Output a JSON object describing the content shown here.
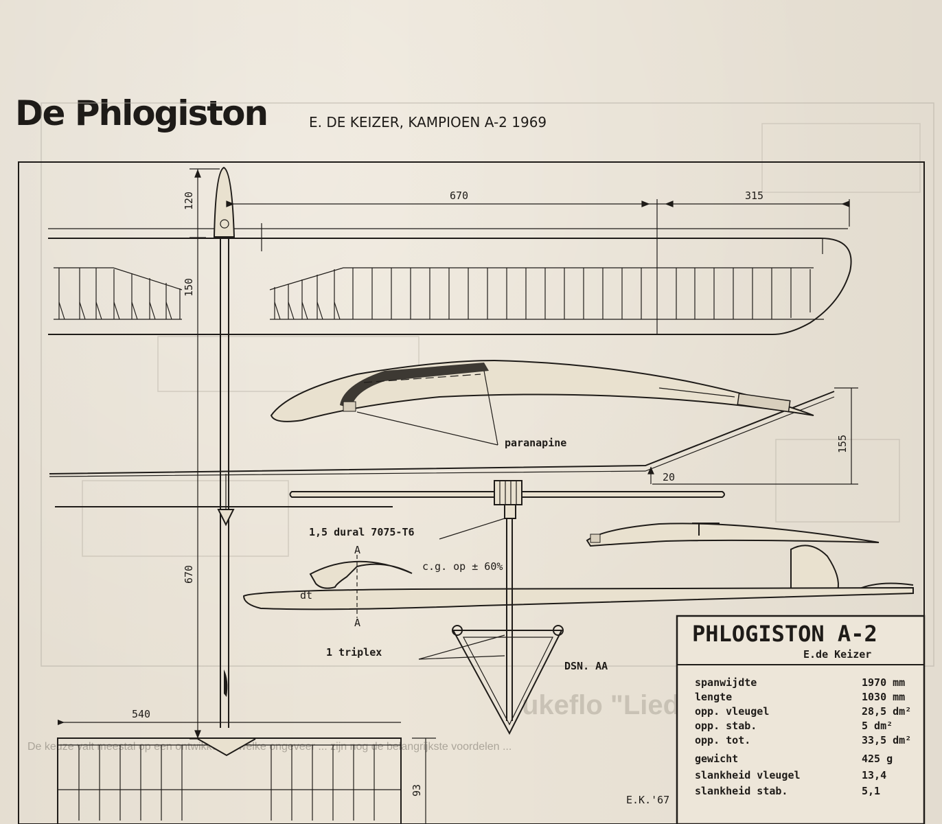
{
  "header": {
    "title": "De Phlogiston",
    "subtitle": "E. DE KEIZER, KAMPIOEN A-2 1969"
  },
  "dimensions": {
    "d670_top": "670",
    "d315": "315",
    "d120": "120",
    "d150": "150",
    "d155": "155",
    "d20": "20",
    "d670_side": "670",
    "d540": "540",
    "d93": "93"
  },
  "annotations": {
    "paranapine": "paranapine",
    "dural": "1,5 dural  7075-T6",
    "cg": "c.g. op ± 60%",
    "dt": "dt",
    "triplex": "1 triplex",
    "section": "DSN. AA",
    "a_top": "A",
    "a_bottom": "A",
    "signature": "E.K.'67"
  },
  "title_block": {
    "name": "PHLOGISTON A-2",
    "author": "E.de Keizer",
    "specs": [
      {
        "label": "spanwijdte",
        "value": "1970 mm"
      },
      {
        "label": "lengte",
        "value": "1030 mm"
      },
      {
        "label": "opp. vleugel",
        "value": "28,5 dm²"
      },
      {
        "label": "opp. stab.",
        "value": "5  dm²"
      },
      {
        "label": "opp. tot.",
        "value": "33,5 dm²"
      },
      {
        "label": "gewicht",
        "value": "425 g"
      },
      {
        "label": "slankheid  vleugel",
        "value": "13,4"
      },
      {
        "label": "slankheid  stab.",
        "value": "5,1"
      }
    ]
  },
  "bleed_through_text": "De keuze valt meestal op een ontwikkeling welke ongeveer ... zijn nog de belangrijkste voordelen ..."
}
